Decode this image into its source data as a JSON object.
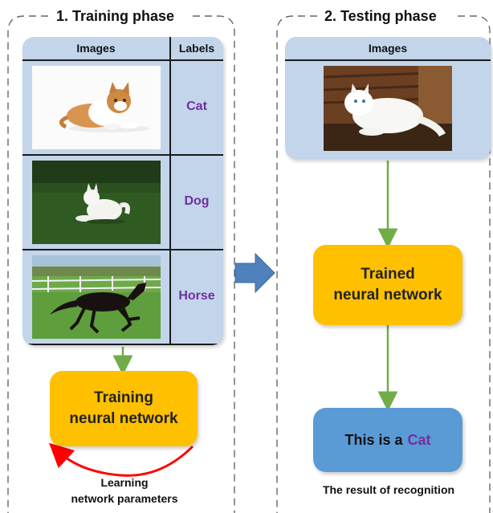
{
  "training": {
    "title": "1. Training phase",
    "col_images": "Images",
    "col_labels": "Labels",
    "rows": [
      {
        "image": "cat-photo",
        "label": "Cat"
      },
      {
        "image": "dog-photo",
        "label": "Dog"
      },
      {
        "image": "horse-photo",
        "label": "Horse"
      }
    ],
    "network_line1": "Training",
    "network_line2": "neural network",
    "loop_caption_line1": "Learning",
    "loop_caption_line2": "network parameters"
  },
  "testing": {
    "title": "2. Testing phase",
    "col_images": "Images",
    "test_image": "white-cat-photo",
    "network_line1": "Trained",
    "network_line2": "neural network",
    "result_prefix": "This is a",
    "result_label": "Cat",
    "result_caption": "The result of recognition"
  },
  "colors": {
    "table_fill": "#c3d5ea",
    "network_box": "#ffc000",
    "result_box": "#5b9bd5",
    "label_text": "#7030a0",
    "flow_arrow": "#70ad47",
    "loop_arrow": "#ff0000",
    "phase_arrow": "#4f81bd"
  }
}
